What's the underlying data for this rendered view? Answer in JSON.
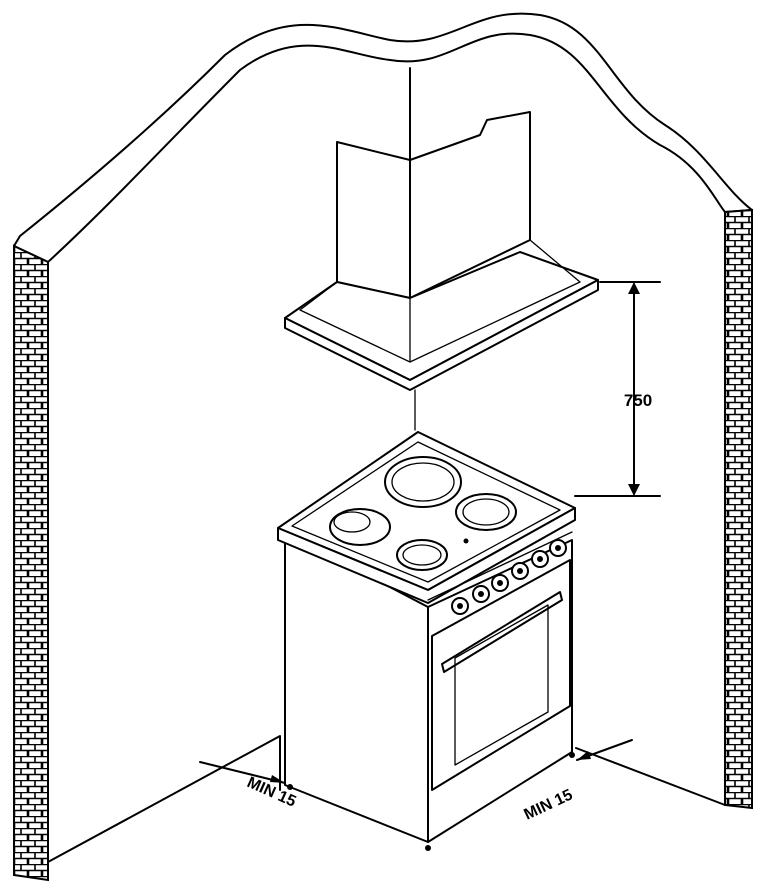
{
  "dimensions": {
    "hood_to_hob_height": "750",
    "left_side_clearance": "MIN 15",
    "right_side_clearance": "MIN 15"
  }
}
